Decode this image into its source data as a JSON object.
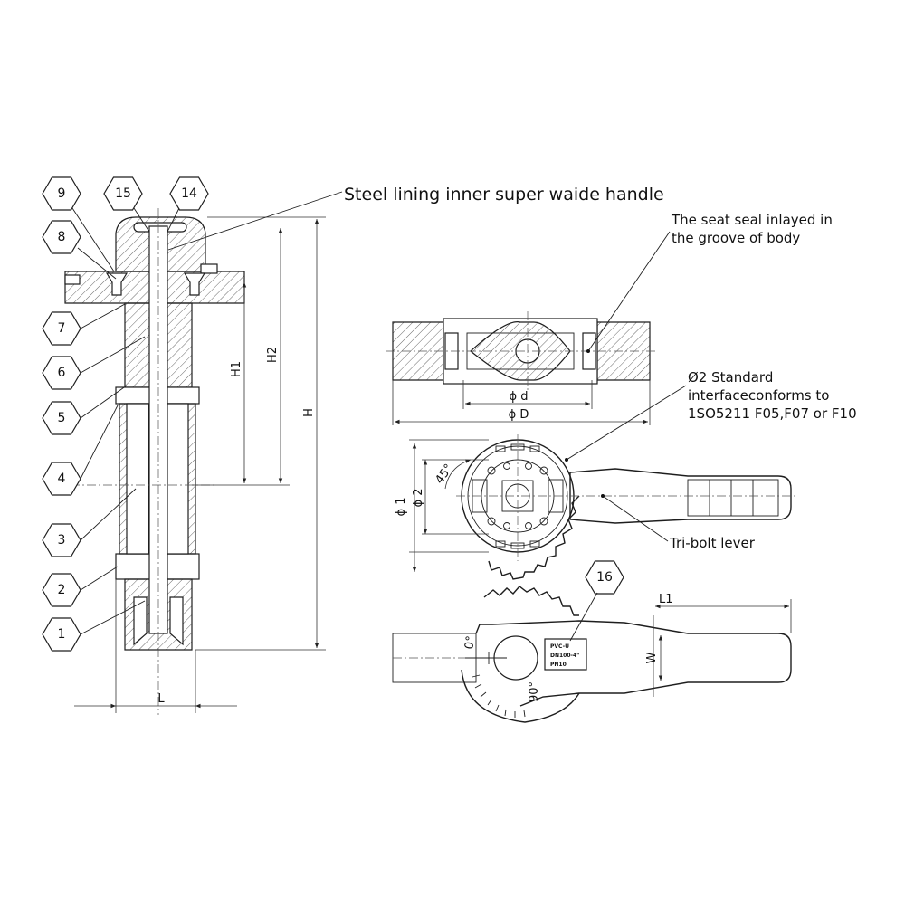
{
  "annotations": {
    "handle": "Steel lining inner super waide handle",
    "seat_line1": "The seat seal inlayed in",
    "seat_line2": "the groove of body",
    "iso_line1": "Ø2 Standard",
    "iso_line2": "interfaceconforms to",
    "iso_line3": "1SO5211 F05,F07 or F10",
    "lever": "Tri-bolt lever"
  },
  "part_numbers": [
    "9",
    "15",
    "14",
    "8",
    "7",
    "6",
    "5",
    "4",
    "3",
    "2",
    "1",
    "16"
  ],
  "dimensions": {
    "H": "H",
    "H1": "H1",
    "H2": "H2",
    "L": "L",
    "L1": "L1",
    "W": "W",
    "d": "ϕ d",
    "D": "ϕ D",
    "phi1": "ϕ 1",
    "phi2": "ϕ 2",
    "angle": "45°",
    "zero": "0°",
    "ninety": "90°"
  },
  "nameplate": {
    "line1": "PVC-U",
    "line2": "DN100-4\"",
    "line3": "PN10"
  }
}
